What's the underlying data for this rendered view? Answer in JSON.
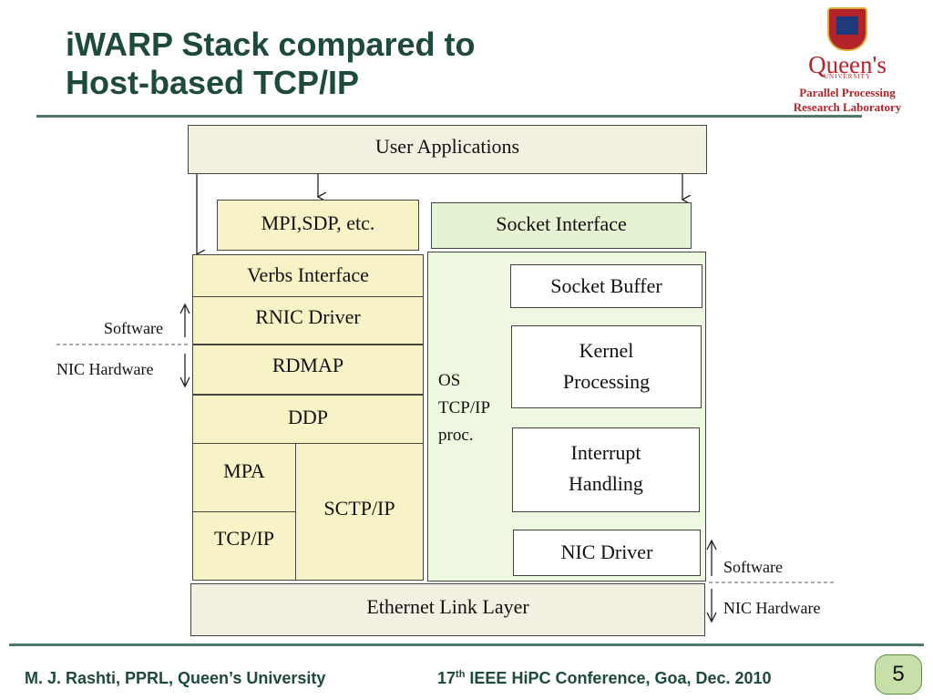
{
  "slide": {
    "title_line1": "iWARP Stack compared to",
    "title_line2": "Host-based TCP/IP",
    "page_number": "5"
  },
  "logo": {
    "wordmark": "Queen's",
    "university_text": "UNIVERSITY",
    "lab_line1": "Parallel Processing",
    "lab_line2": "Research Laboratory"
  },
  "diagram": {
    "user_applications": "User Applications",
    "mpi_sdp": "MPI,SDP, etc.",
    "socket_interface": "Socket Interface",
    "verbs_interface": "Verbs Interface",
    "rnic_driver": "RNIC Driver",
    "rdmap": "RDMAP",
    "ddp": "DDP",
    "mpa": "MPA",
    "tcp_ip": "TCP/IP",
    "sctp_ip": "SCTP/IP",
    "os_label_line1": "OS",
    "os_label_line2": "TCP/IP",
    "os_label_line3": "proc.",
    "socket_buffer": "Socket Buffer",
    "kernel_line1": "Kernel",
    "kernel_line2": "Processing",
    "interrupt_line1": "Interrupt",
    "interrupt_line2": "Handling",
    "nic_driver": "NIC Driver",
    "ethernet_link_layer": "Ethernet Link Layer",
    "left_software": "Software",
    "left_nic_hardware": "NIC Hardware",
    "right_software": "Software",
    "right_nic_hardware": "NIC Hardware"
  },
  "footer": {
    "author": "M. J. Rashti, PPRL, Queen’s University",
    "conf_number": "17",
    "conf_superscript": "th",
    "conf_rest": " IEEE HiPC Conference, Goa, Dec. 2010"
  },
  "colors": {
    "title": "#1e4a3a",
    "yellow_box": "#f7f3c6",
    "green_box": "#e6f3d3",
    "logo_red": "#b4232a"
  }
}
